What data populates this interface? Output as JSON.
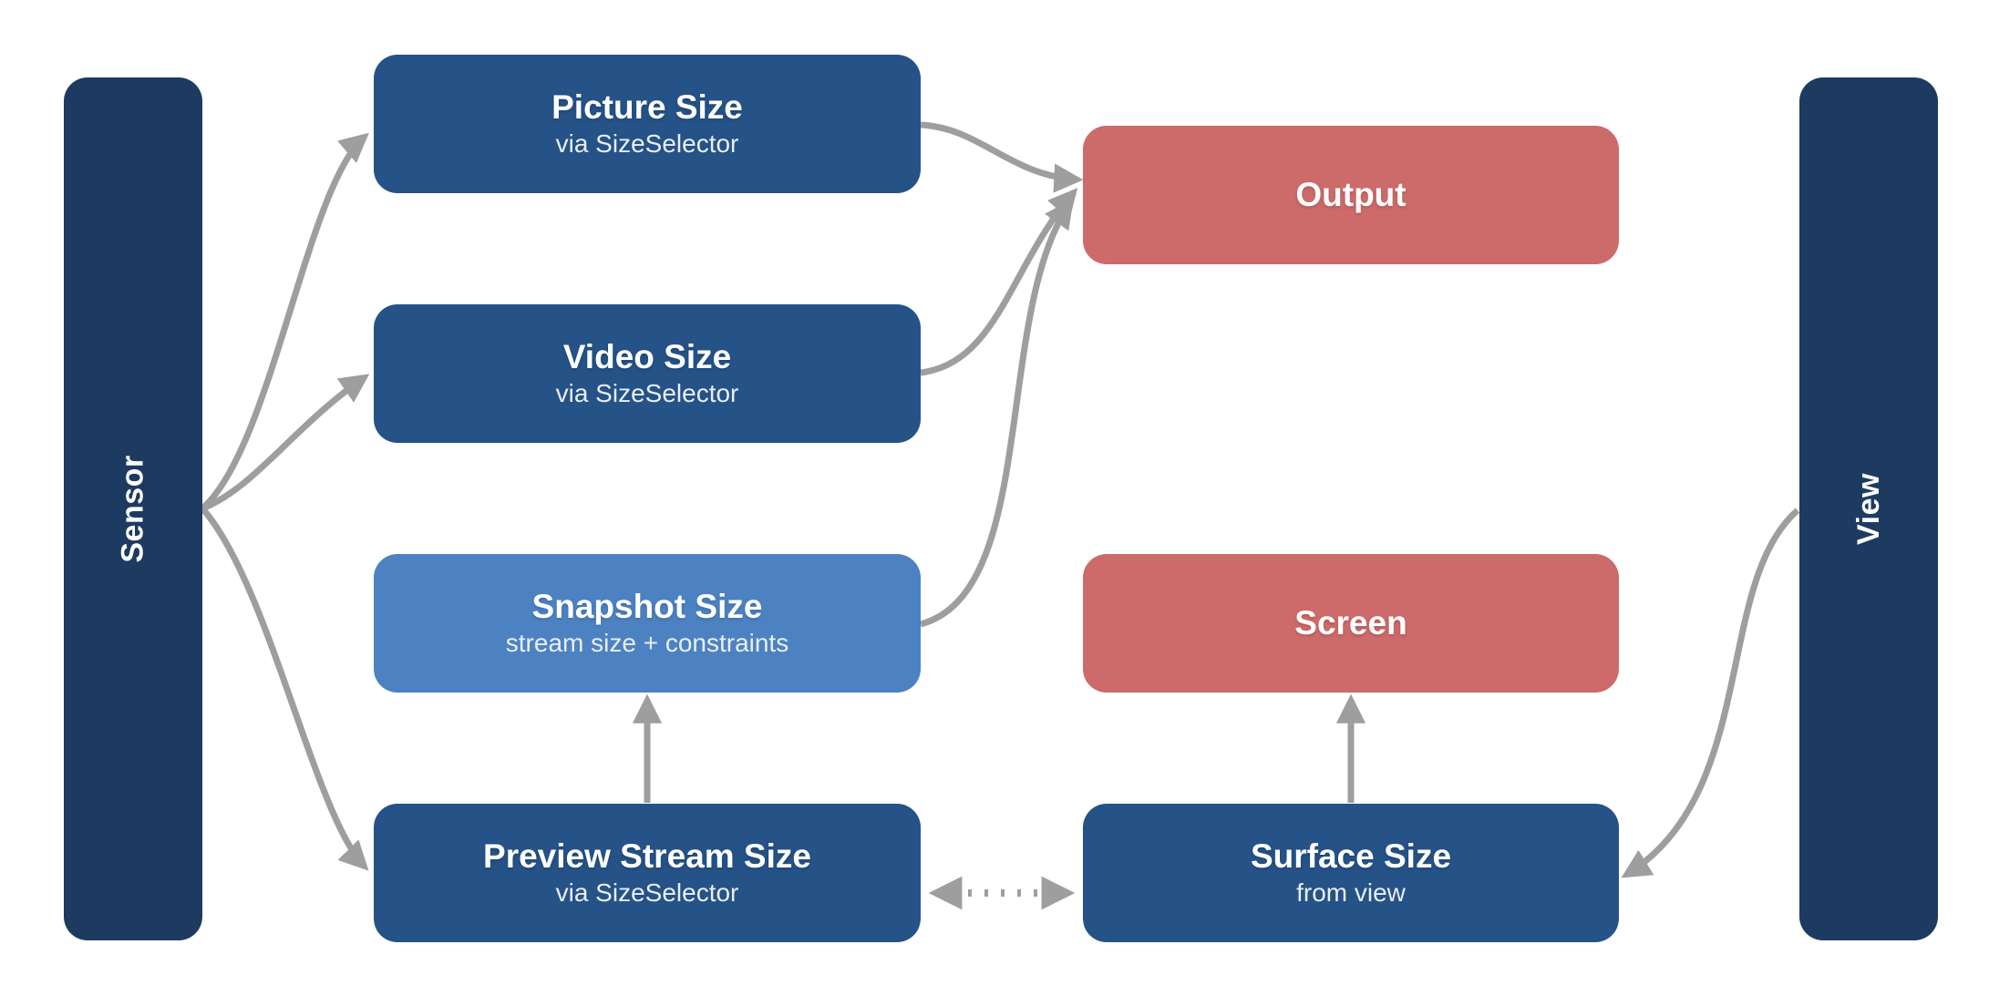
{
  "diagram": {
    "background_color": "#ffffff",
    "arrow_color": "#9e9e9e",
    "sidebars": {
      "sensor": {
        "label": "Sensor",
        "color": "#1d3b60"
      },
      "view": {
        "label": "View",
        "color": "#1d3b60"
      }
    },
    "nodes": {
      "picture_size": {
        "title": "Picture Size",
        "subtitle": "via SizeSelector",
        "color": "#255287"
      },
      "video_size": {
        "title": "Video Size",
        "subtitle": "via SizeSelector",
        "color": "#255287"
      },
      "snapshot_size": {
        "title": "Snapshot Size",
        "subtitle": "stream size + constraints",
        "color": "#4d82c2"
      },
      "preview_stream_size": {
        "title": "Preview Stream Size",
        "subtitle": "via SizeSelector",
        "color": "#255287"
      },
      "output": {
        "title": "Output",
        "color": "#cc6b69"
      },
      "screen": {
        "title": "Screen",
        "color": "#cc6b69"
      },
      "surface_size": {
        "title": "Surface Size",
        "subtitle": "from view",
        "color": "#255287"
      }
    },
    "edges": [
      {
        "from": "sensor",
        "to": "picture_size",
        "style": "solid-curve"
      },
      {
        "from": "sensor",
        "to": "video_size",
        "style": "solid-curve"
      },
      {
        "from": "sensor",
        "to": "preview_stream_size",
        "style": "solid-curve"
      },
      {
        "from": "picture_size",
        "to": "output",
        "style": "solid-curve"
      },
      {
        "from": "video_size",
        "to": "output",
        "style": "solid-curve"
      },
      {
        "from": "snapshot_size",
        "to": "output",
        "style": "solid-curve"
      },
      {
        "from": "preview_stream_size",
        "to": "snapshot_size",
        "style": "solid-straight"
      },
      {
        "from": "surface_size",
        "to": "screen",
        "style": "solid-straight"
      },
      {
        "from": "preview_stream_size",
        "to": "surface_size",
        "style": "dotted-bidirectional"
      },
      {
        "from": "view",
        "to": "surface_size",
        "style": "solid-curve"
      }
    ]
  }
}
